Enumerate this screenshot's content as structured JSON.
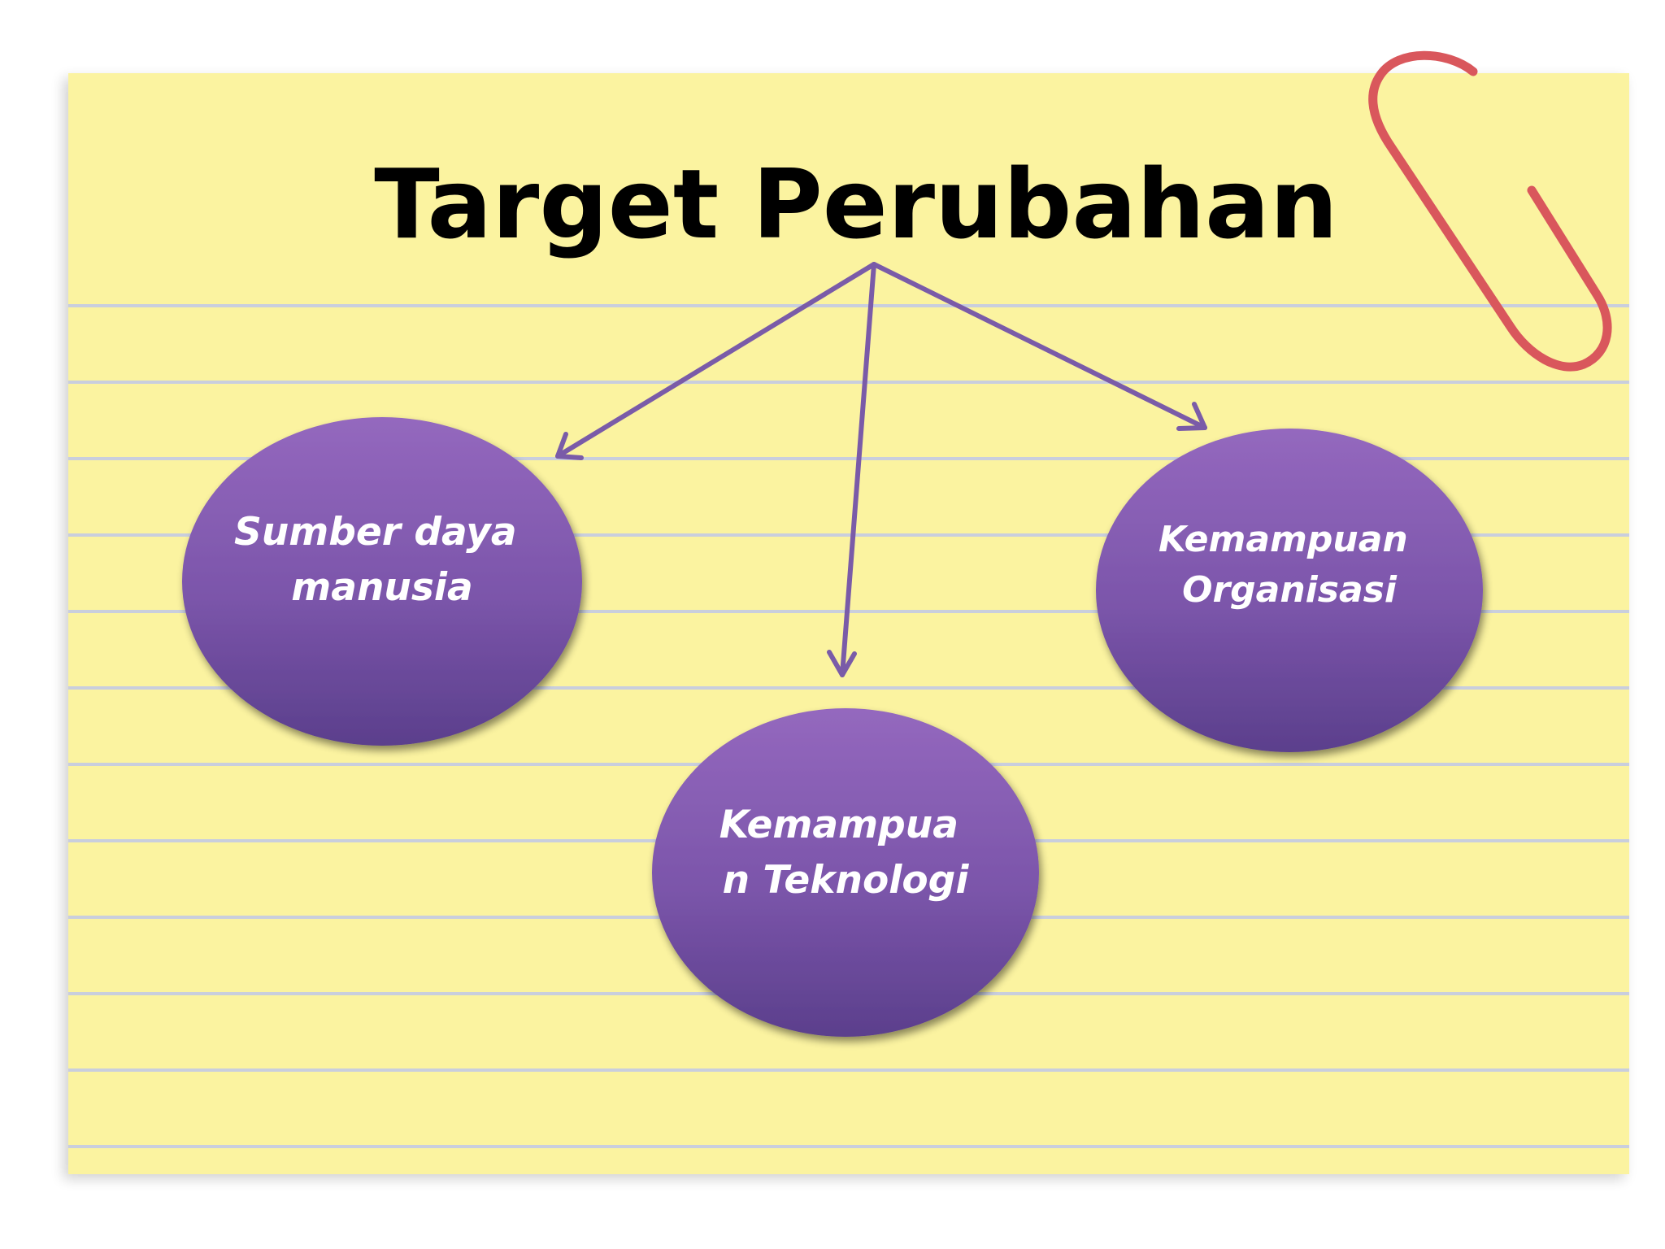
{
  "title": "Target Perubahan",
  "nodes": [
    {
      "id": "sdm",
      "lines": [
        "Sumber daya",
        "manusia"
      ]
    },
    {
      "id": "teknologi",
      "lines": [
        "Kemampua",
        "n Teknologi"
      ]
    },
    {
      "id": "organisasi",
      "lines": [
        "Kemampuan",
        "Organisasi"
      ]
    }
  ],
  "colors": {
    "note": "#FBF3A0",
    "line": "#C9CEDD",
    "node_top": "#8F62B8",
    "node_bottom": "#5E4290",
    "arrow": "#7A5BA8",
    "clip": "#D9575C",
    "text_light": "#FFFFFF",
    "title": "#000000"
  }
}
